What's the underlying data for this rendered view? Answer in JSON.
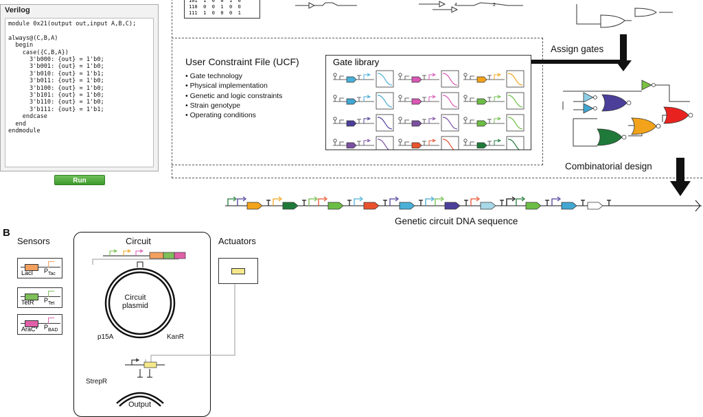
{
  "verilog": {
    "title": "Verilog",
    "code": "module 0x21(output out,input A,B,C);\n\nalways@(C,B,A)\n  begin\n    case({C,B,A})\n      3'b000: {out} = 1'b0;\n      3'b001: {out} = 1'b0;\n      3'b010: {out} = 1'b1;\n      3'b011: {out} = 1'b0;\n      3'b100: {out} = 1'b0;\n      3'b101: {out} = 1'b0;\n      3'b110: {out} = 1'b0;\n      3'b111: {out} = 1'b1;\n    endcase\n  end\nendmodule",
    "run_label": "Run"
  },
  "truth_table_rows": [
    "101  1  0  0  1  0",
    "110  0  0  1  0  0",
    "111  1  0  0  0  1"
  ],
  "ucf": {
    "title": "User Constraint File (UCF)",
    "items": [
      "Gate technology",
      "Physical implementation",
      "Genetic and logic constraints",
      "Strain genotype",
      "Operating conditions"
    ]
  },
  "gate_library": {
    "title": "Gate library",
    "colors": [
      "#4bb0d8",
      "#d957b5",
      "#f2a31b",
      "#42a7d1",
      "#d957b5",
      "#6cbd45",
      "#4b3f9a",
      "#7a4fa0",
      "#6cbd45",
      "#7a4fa0",
      "#e8522d",
      "#1f7a3a"
    ]
  },
  "labels": {
    "assign_gates": "Assign gates",
    "combinatorial_design": "Combinatorial design",
    "dna_sequence": "Genetic circuit DNA sequence",
    "section_b": "B",
    "sensors": "Sensors",
    "circuit": "Circuit",
    "actuators": "Actuators",
    "circuit_plasmid": "Circuit\nplasmid",
    "p15a": "p15A",
    "kanr": "KanR",
    "strepr": "StrepR",
    "output": "Output"
  },
  "sensors": [
    {
      "protein": "LacI",
      "promoter": "P",
      "sub": "Tac",
      "color": "#f2a060"
    },
    {
      "protein": "TetR",
      "promoter": "P",
      "sub": "Tet",
      "color": "#7fbf5a"
    },
    {
      "protein": "AraC*",
      "promoter": "P",
      "sub": "BAD",
      "color": "#e060a8"
    }
  ],
  "dna_colors": [
    "#f2a31b",
    "#1f7a3a",
    "#6cbd45",
    "#e8522d",
    "#4bb0d8",
    "#4b3f9a",
    "#a7d8e8",
    "#6cbd45",
    "#42a7d1",
    "#ffffff"
  ],
  "gate_colors": {
    "not_top": "#7ac142",
    "not_a": "#8fd0e8",
    "not_b": "#42a7d1",
    "nor_1": "#4b3f9a",
    "nor_2": "#1f7a3a",
    "nor_3": "#f2a31b",
    "nor_out": "#e8231f"
  }
}
